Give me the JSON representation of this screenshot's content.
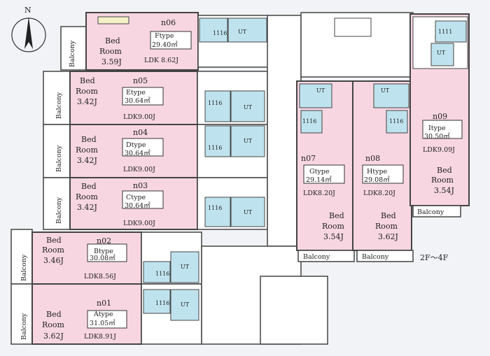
{
  "compass": {
    "letter": "N"
  },
  "floors": "2F～4F",
  "labels": {
    "balcony": "Balcony",
    "ut": "UT",
    "bath": "1116",
    "bath_alt": "1111"
  },
  "units": [
    {
      "id": "n06",
      "type": "Ftype",
      "area": "29.40㎡",
      "ldk": "LDK 8.62J",
      "bed_l1": "Bed",
      "bed_l2": "Room",
      "bed_size": "3.59J"
    },
    {
      "id": "n05",
      "type": "Etype",
      "area": "30.64㎡",
      "ldk": "LDK9.00J",
      "bed_l1": "Bed",
      "bed_l2": "Room",
      "bed_size": "3.42J"
    },
    {
      "id": "n04",
      "type": "Dtype",
      "area": "30.64㎡",
      "ldk": "LDK9.00J",
      "bed_l1": "Bed",
      "bed_l2": "Room",
      "bed_size": "3.42J"
    },
    {
      "id": "n03",
      "type": "Ctype",
      "area": "30.64㎡",
      "ldk": "LDK9.00J",
      "bed_l1": "Bed",
      "bed_l2": "Room",
      "bed_size": "3.42J"
    },
    {
      "id": "n02",
      "type": "Btype",
      "area": "30.08㎡",
      "ldk": "LDK8.56J",
      "bed_l1": "Bed",
      "bed_l2": "Room",
      "bed_size": "3.46J"
    },
    {
      "id": "n01",
      "type": "Atype",
      "area": "31.05㎡",
      "ldk": "LDK8.91J",
      "bed_l1": "Bed",
      "bed_l2": "Room",
      "bed_size": "3.62J"
    },
    {
      "id": "n07",
      "type": "Gtype",
      "area": "29.14㎡",
      "ldk": "LDK8.20J",
      "bed_l1": "Bed",
      "bed_l2": "Room",
      "bed_size": "3.54J"
    },
    {
      "id": "n08",
      "type": "Htype",
      "area": "29.08㎡",
      "ldk": "LDK8.20J",
      "bed_l1": "Bed",
      "bed_l2": "Room",
      "bed_size": "3.62J"
    },
    {
      "id": "n09",
      "type": "Itype",
      "area": "30.50㎡",
      "ldk": "LDK9.09J",
      "bed_l1": "Bed",
      "bed_l2": "Room",
      "bed_size": "3.54J"
    }
  ],
  "colors": {
    "room": "#f7d6e2",
    "wet": "#bfe3ee",
    "wall": "#444444",
    "common": "#ffffff"
  }
}
